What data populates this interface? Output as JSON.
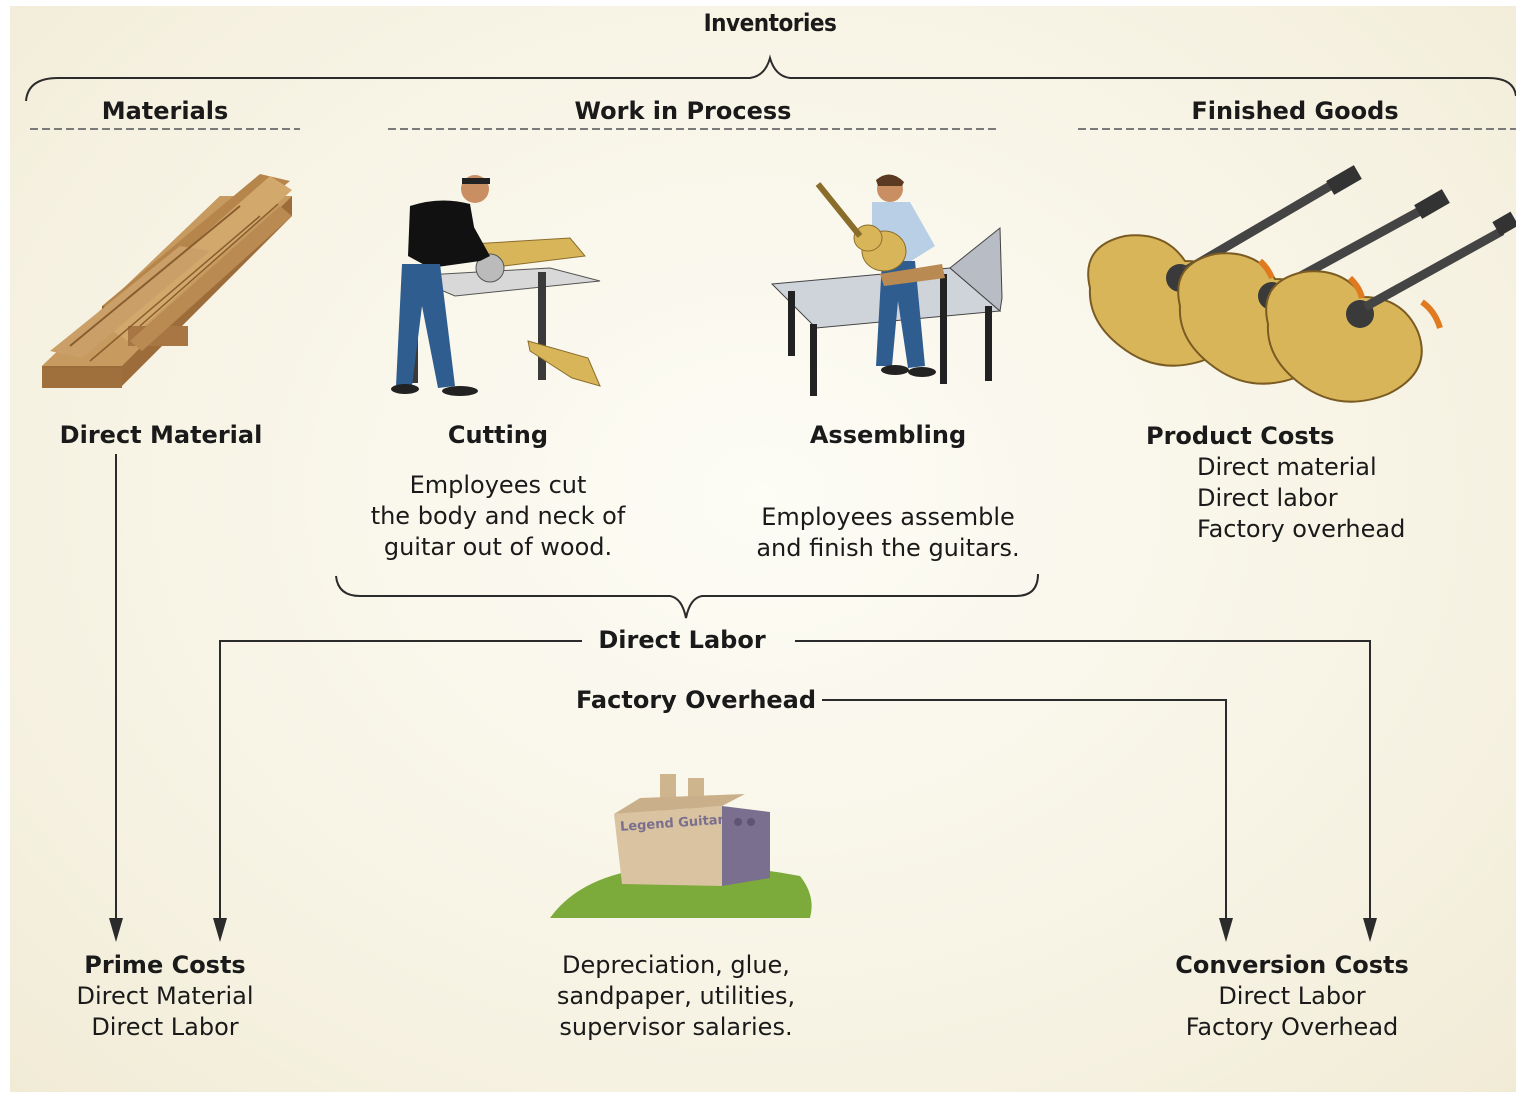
{
  "title": "Inventories",
  "sections": {
    "materials": "Materials",
    "wip": "Work in Process",
    "finished": "Finished Goods"
  },
  "labels": {
    "direct_material": "Direct Material",
    "cutting": "Cutting",
    "assembling": "Assembling",
    "direct_labor": "Direct Labor",
    "factory_overhead": "Factory Overhead"
  },
  "cutting_desc": [
    "Employees cut",
    "the body and neck of",
    "guitar out of wood."
  ],
  "assembling_desc": [
    "Employees assemble",
    "and finish the guitars."
  ],
  "product_costs": {
    "heading": "Product Costs",
    "items": [
      "Direct material",
      "Direct labor",
      "Factory overhead"
    ]
  },
  "prime_costs": {
    "heading": "Prime Costs",
    "items": [
      "Direct Material",
      "Direct Labor"
    ]
  },
  "conversion_costs": {
    "heading": "Conversion Costs",
    "items": [
      "Direct Labor",
      "Factory Overhead"
    ]
  },
  "overhead_desc": [
    "Depreciation, glue,",
    "sandpaper, utilities,",
    "supervisor salaries."
  ],
  "factory_sign": "Legend Guitars",
  "colors": {
    "line": "#2b2b2b",
    "dash": "#7a7a7a",
    "wood": "#b98a52",
    "guitar": "#d9b55a",
    "shirt_blue": "#8aaad0",
    "jeans": "#2f5d8f",
    "grass": "#7cab3c",
    "building": "#d9c3a0",
    "building_side": "#7a6f8e"
  }
}
